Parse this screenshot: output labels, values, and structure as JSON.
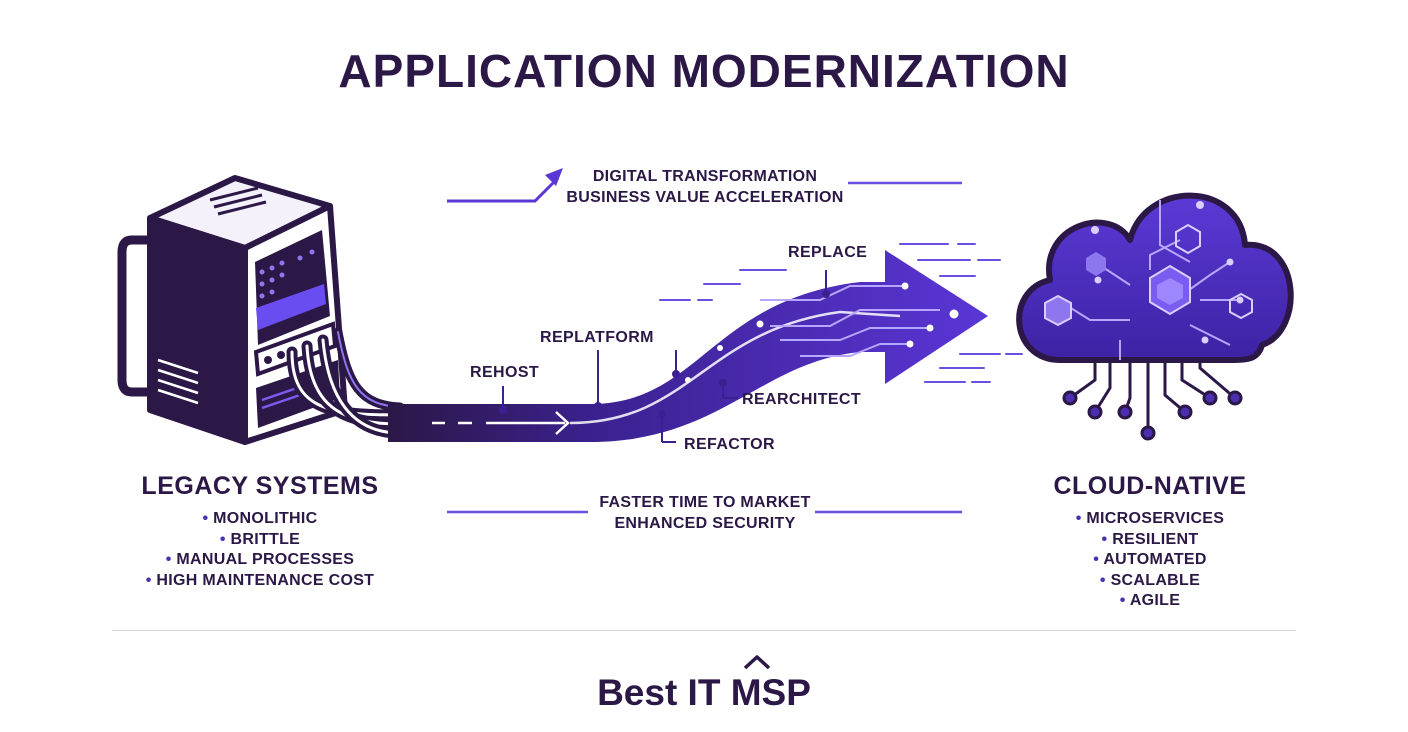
{
  "title": "APPLICATION MODERNIZATION",
  "top_caption": [
    "DIGITAL TRANSFORMATION",
    "BUSINESS VALUE ACCELERATION"
  ],
  "bottom_caption": [
    "FASTER TIME TO MARKET",
    "ENHANCED SECURITY"
  ],
  "steps": {
    "rehost": "REHOST",
    "replatform": "REPLATFORM",
    "refactor": "REFACTOR",
    "rearchitect": "REARCHITECT",
    "replace": "REPLACE"
  },
  "legacy": {
    "heading": "LEGACY SYSTEMS",
    "items": [
      "MONOLITHIC",
      "BRITTLE",
      "MANUAL PROCESSES",
      "HIGH MAINTENANCE COST"
    ]
  },
  "cloud": {
    "heading": "CLOUD-NATIVE",
    "items": [
      "MICROSERVICES",
      "RESILIENT",
      "AUTOMATED",
      "SCALABLE",
      "AGILE"
    ]
  },
  "brand": "Best IT MSP",
  "colors": {
    "accent": "#5a36d6",
    "dark": "#2b1846",
    "light": "#8e77ee"
  }
}
